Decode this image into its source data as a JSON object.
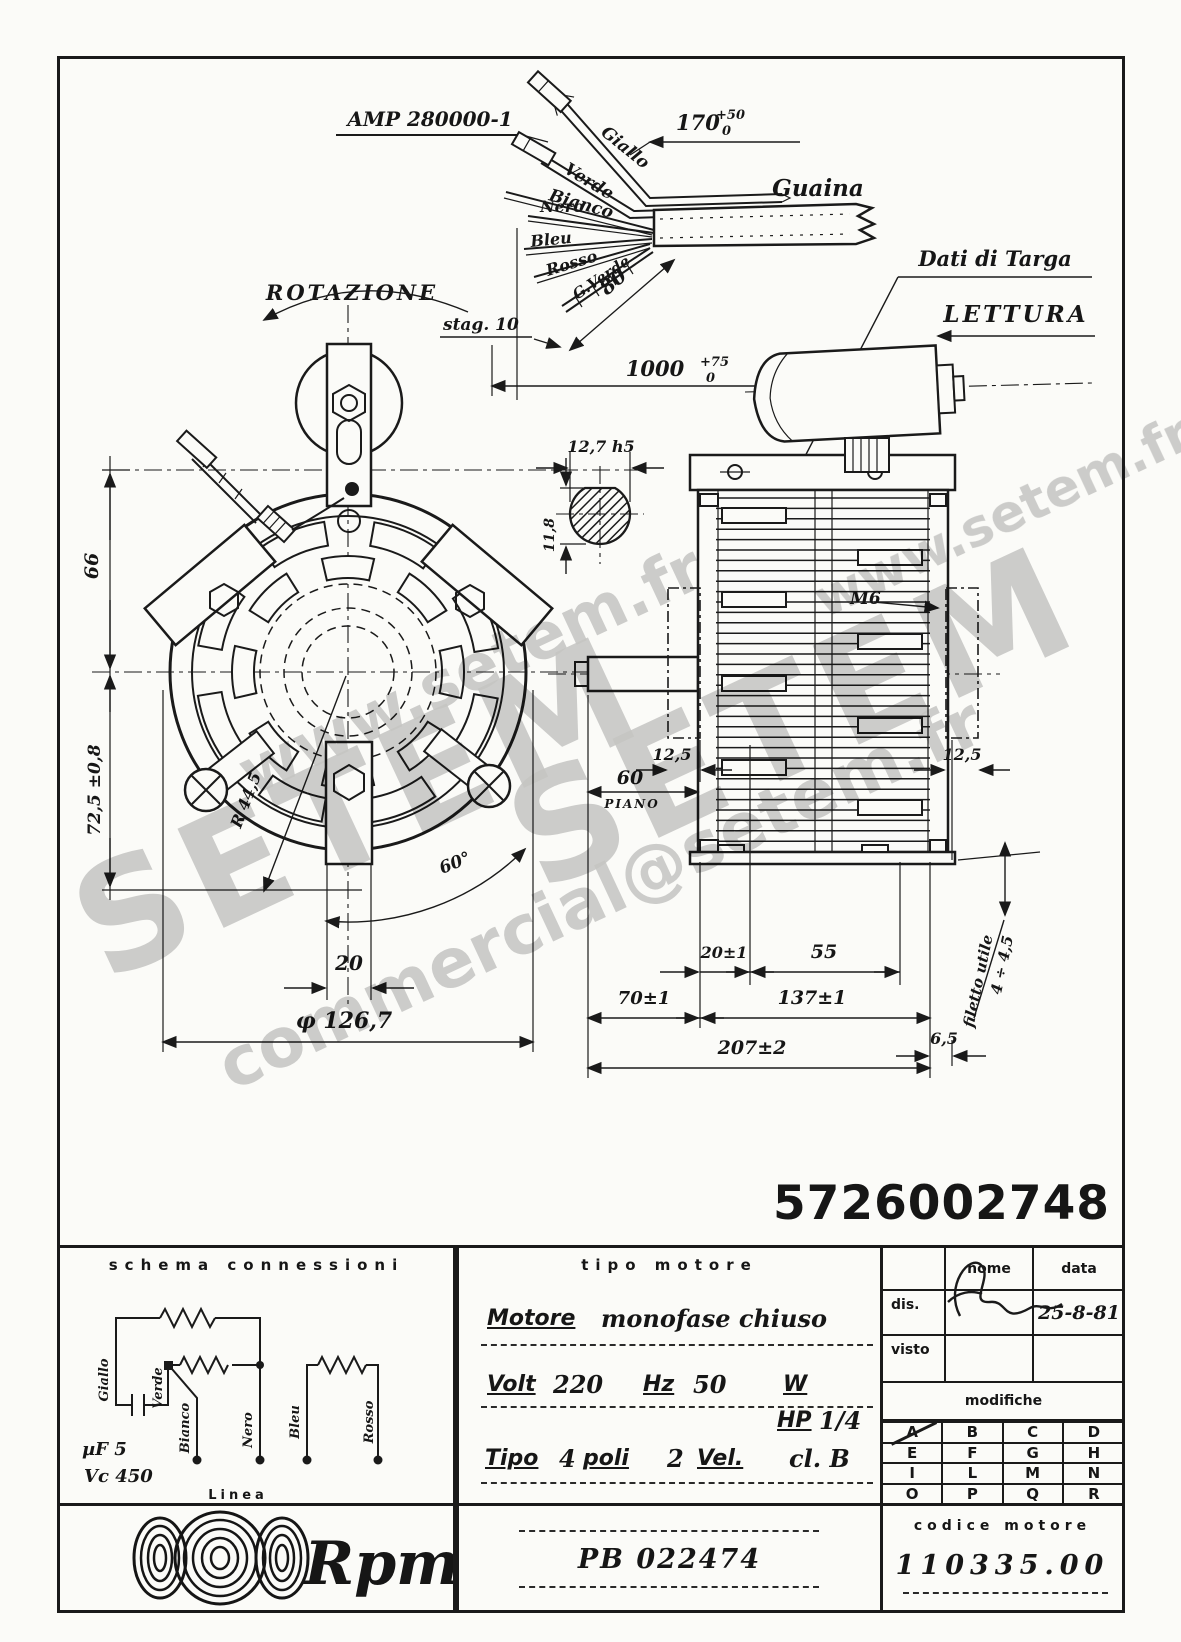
{
  "part_number": "5726002748",
  "watermarks": [
    "www.setem.fr",
    "SETEM",
    "SETEM",
    "commercial@setem.fr",
    "www.setem.fr"
  ],
  "top_assembly": {
    "amp_label": "AMP 280000-1",
    "guaina": "Guaina",
    "stag": "stag. 10",
    "wires": {
      "giallo": "Giallo",
      "verde": "Verde",
      "bianco": "Bianco",
      "nero": "Nero",
      "bleu": "Bleu",
      "rosso": "Rosso",
      "gverde": "G.Verde"
    },
    "dim_170": "170",
    "dim_170_tol_up": "+50",
    "dim_170_tol_dn": "0",
    "dim_80": "80",
    "dim_1000": "1000",
    "dim_1000_tol_up": "+75",
    "dim_1000_tol_dn": "0"
  },
  "front_view": {
    "rotazione": "ROTAZIONE",
    "dim_66": "66",
    "dim_72_5": "72,5 ±0,8",
    "dim_20": "20",
    "dim_dia": "φ 126,7",
    "radius": "R 44,5",
    "angle": "60°"
  },
  "side_view": {
    "dati_di_targa": "Dati di Targa",
    "lettura": "LETTURA",
    "m6": "M6",
    "shaft_dim_w": "12,7 h5",
    "shaft_dim_h": "11,8",
    "dim_12_5_left": "12,5",
    "dim_12_5_right": "12,5",
    "dim_60": "60",
    "piano": "PIANO",
    "dim_20_1": "20±1",
    "dim_55": "55",
    "dim_70": "70±1",
    "dim_137": "137±1",
    "dim_207": "207±2",
    "dim_6_5": "6,5",
    "filetto": "filetto utile",
    "filetto_val": "4 ÷ 4,5"
  },
  "schema": {
    "title": "schema connessioni",
    "labels": [
      "Giallo",
      "Verde",
      "Bianco",
      "Nero",
      "Bleu",
      "Rosso"
    ],
    "cap": "µF  5",
    "vc": "Vc 450",
    "linea": "Linea"
  },
  "tipo_motore": {
    "title": "tipo motore",
    "motore": "Motore",
    "motore_val": "monofase chiuso",
    "volt": "Volt",
    "volt_val": "220",
    "hz": "Hz",
    "hz_val": "50",
    "w": "W",
    "hp": "HP",
    "hp_val": "1/4",
    "tipo": "Tipo",
    "poli_val": "4",
    "poli": "poli",
    "vel_val": "2",
    "vel": "Vel.",
    "classe": "cl. B"
  },
  "title_block": {
    "nome": "nome",
    "data": "data",
    "dis": "dis.",
    "date": "25-8-81",
    "visto": "visto",
    "modifiche": "modifiche",
    "letters": [
      "A",
      "B",
      "C",
      "D",
      "E",
      "F",
      "G",
      "H",
      "I",
      "L",
      "M",
      "N",
      "O",
      "P",
      "Q",
      "R"
    ]
  },
  "footer": {
    "logo": "Rpm",
    "pb": "PB 022474",
    "codice_label": "codice motore",
    "codice": "110335.00"
  }
}
